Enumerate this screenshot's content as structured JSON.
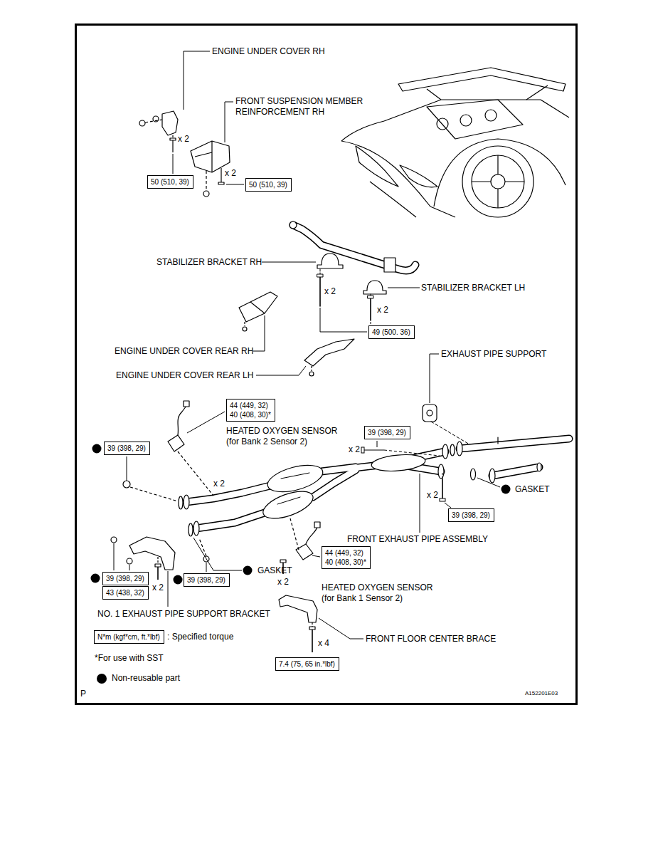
{
  "diagram": {
    "nodes": [
      {
        "text": [
          "50 (510, 39)"
        ]
      },
      {
        "text": [
          "50 (510, 39)"
        ]
      },
      {
        "text": [
          "49 (500. 36)"
        ]
      },
      {
        "text": [
          "44 (449, 32)",
          "40 (408, 30)*"
        ]
      },
      {
        "text": [
          "39 (398, 29)"
        ]
      },
      {
        "text": [
          "39 (398, 29)"
        ]
      },
      {
        "text": [
          "39 (398, 29)"
        ]
      },
      {
        "text": [
          "44 (449, 32)",
          "40 (408, 30)*"
        ]
      },
      {
        "text": [
          "39 (398, 29)"
        ]
      },
      {
        "text": [
          "39 (398, 29)"
        ]
      },
      {
        "text": [
          "43 (438, 32)"
        ]
      },
      {
        "text": [
          "N*m (kgf*cm, ft.*lbf)"
        ]
      },
      {
        "text": [
          "7.4 (75, 65 in.*lbf)"
        ]
      }
    ],
    "labels": [
      "ENGINE UNDER COVER RH",
      "FRONT SUSPENSION MEMBER REINFORCEMENT RH",
      "x 2",
      "x 2",
      "STABILIZER BRACKET RH",
      "x 2",
      "STABILIZER BRACKET LH",
      "x 2",
      "ENGINE UNDER COVER REAR RH",
      "EXHAUST PIPE SUPPORT",
      "ENGINE UNDER COVER REAR LH",
      "HEATED OXYGEN SENSOR (for Bank 2 Sensor 2)",
      "x 2",
      "x 2",
      "GASKET",
      "x 2",
      "FRONT EXHAUST PIPE ASSEMBLY",
      "GASKET",
      "HEATED OXYGEN SENSOR (for Bank 1 Sensor 2)",
      "x 2",
      "x 2",
      "NO. 1 EXHAUST PIPE SUPPORT BRACKET",
      ": Specified torque",
      "FRONT FLOOR CENTER BRACE",
      "x 4",
      "*For use with SST",
      "P",
      "A152201E03"
    ],
    "legend": [
      {
        "text": "Non-reusable part"
      }
    ]
  }
}
